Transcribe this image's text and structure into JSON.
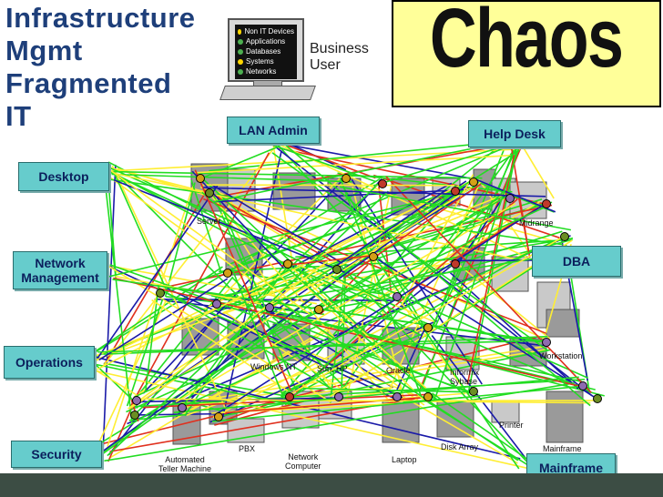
{
  "title_lines": [
    "Infrastructure",
    "Mgmt",
    "Fragmented",
    "IT"
  ],
  "headline": "Chaos",
  "business_user": {
    "label_lines": [
      "Business",
      "User"
    ],
    "screen_items": [
      "Non IT Devices",
      "Applications",
      "Databases",
      "Systems",
      "Networks"
    ]
  },
  "roles": {
    "lan_admin": "LAN Admin",
    "help_desk": "Help Desk",
    "desktop": "Desktop",
    "network_management_lines": [
      "Network",
      "Management"
    ],
    "dba": "DBA",
    "operations": "Operations",
    "security": "Security",
    "mainframe": "Mainframe"
  },
  "devices": {
    "server": "Server",
    "midrange": "Midrange",
    "windows_nt": "Windows NT",
    "sun_hp": "Sun, HP",
    "oracle": "Oracle",
    "informix_sybase_lines": [
      "Informix",
      "Sybase"
    ],
    "workstation": "Workstation",
    "printer": "Printer",
    "disk_array": "Disk Array",
    "laptop": "Laptop",
    "pbx": "PBX",
    "network_computer_lines": [
      "Network",
      "Computer"
    ],
    "atm_lines": [
      "Automated",
      "Teller Machine"
    ],
    "mainframe_label": "Mainframe"
  },
  "colors": {
    "title": "#1e3f7a",
    "role_box": "#66cccc",
    "chaos_box": "#ffff99",
    "line_green": "#22dd22",
    "line_blue": "#1a1aa8",
    "line_red": "#e0301e",
    "line_yellow": "#ffee33"
  }
}
